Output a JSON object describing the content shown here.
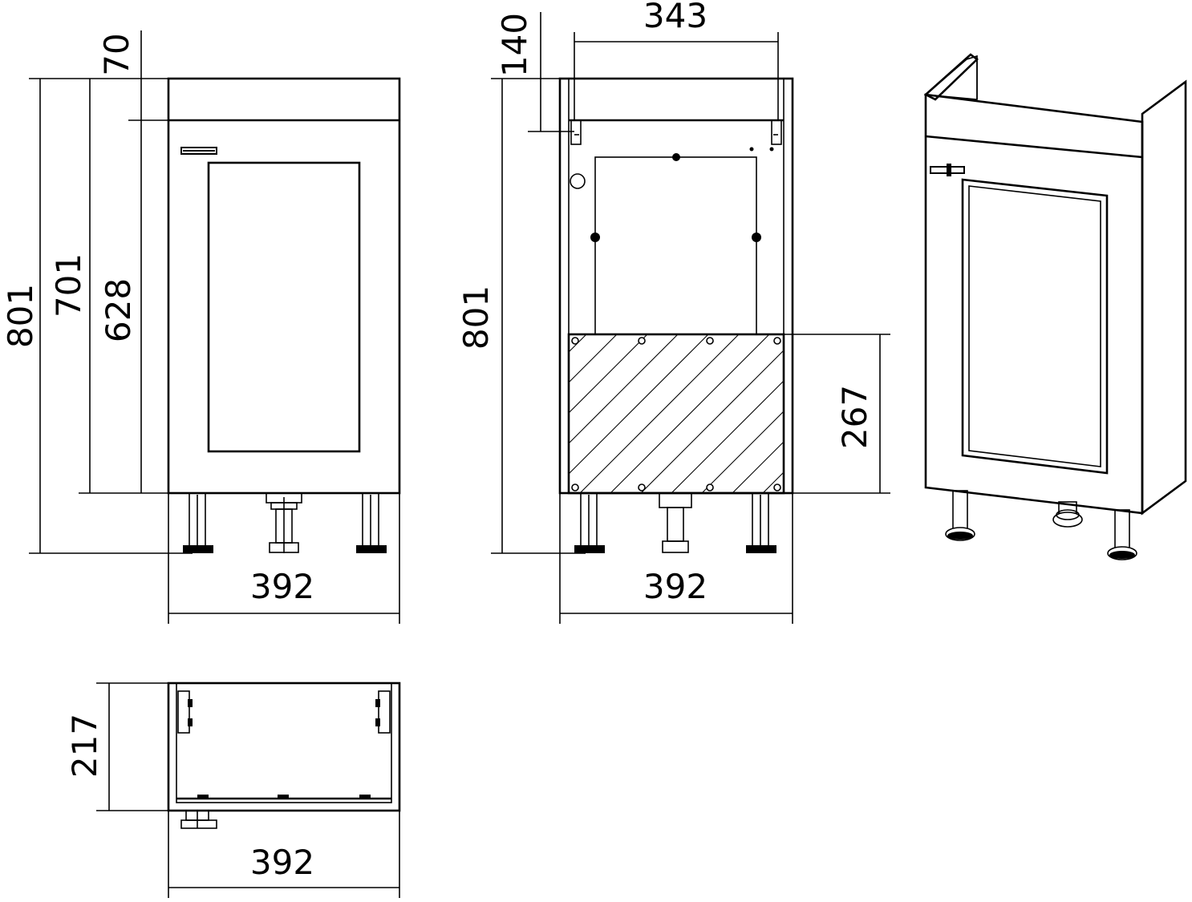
{
  "colors": {
    "line": "#000000",
    "background": "#ffffff"
  },
  "front_view": {
    "total_height": "801",
    "body_height": "701",
    "door_height": "628",
    "top_height": "70",
    "width": "392"
  },
  "side_view": {
    "total_height": "801",
    "inner_width": "343",
    "top_offset": "140",
    "lower_zone_height": "267",
    "width": "392"
  },
  "top_view": {
    "depth": "217",
    "width": "392"
  }
}
